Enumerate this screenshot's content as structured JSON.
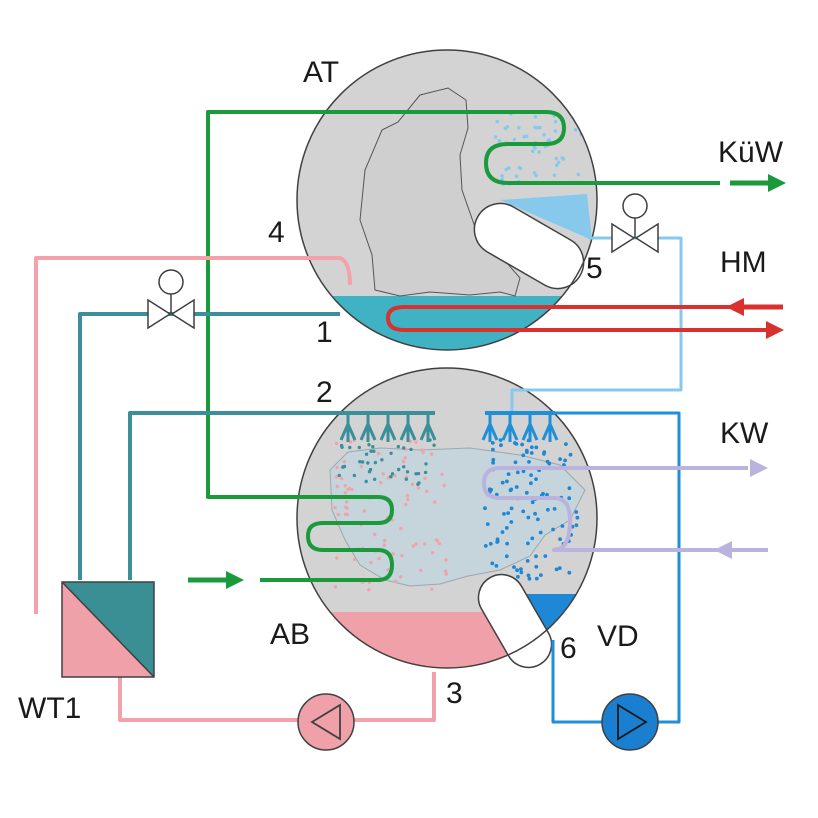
{
  "labels": {
    "at": "AT",
    "ab": "AB",
    "wt1": "WT1",
    "vd": "VD",
    "kuew": "KüW",
    "hm": "HM",
    "kw": "KW",
    "n1": "1",
    "n2": "2",
    "n3": "3",
    "n4": "4",
    "n5": "5",
    "n6": "6"
  },
  "colors": {
    "vessel": "#d3d3d3",
    "vessel_outline": "#404040",
    "green_line": "#1a9a3a",
    "pink_line": "#f2a2a8",
    "teal_line": "#3a8f9a",
    "teal_liquid": "#3fb3c4",
    "light_blue_line": "#86c9ec",
    "blue_line": "#1f8fd8",
    "blue_liquid": "#1e88d6",
    "red_line": "#d93030",
    "lavender_line": "#b9b3dd",
    "pink_liquid": "#f0a0a8",
    "pump_pink": "#f0a0a8",
    "pump_blue": "#1a7fd0"
  }
}
